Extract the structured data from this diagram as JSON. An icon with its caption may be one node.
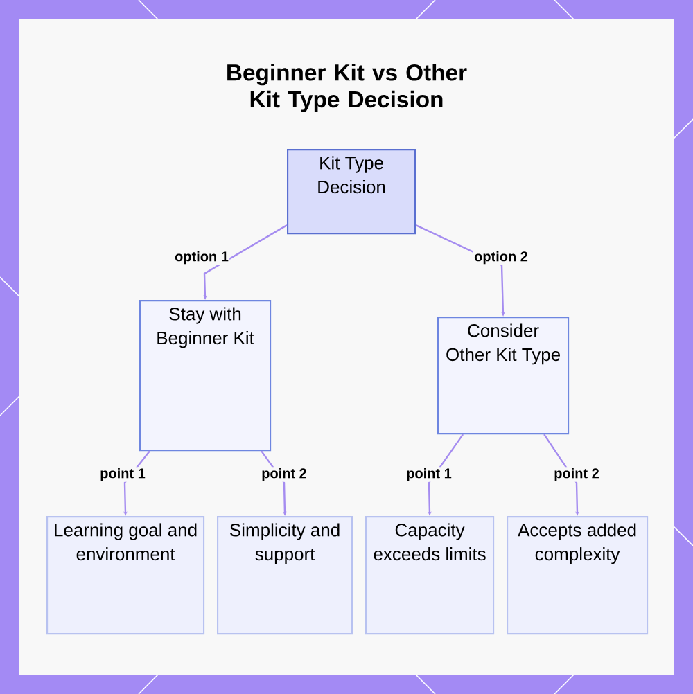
{
  "diagram": {
    "title": "Beginner Kit vs Other Kit Type Decision",
    "nodes": [
      {
        "text": [
          "Kit Type Decision"
        ]
      },
      {
        "text": [
          "Stay with Beginner Kit"
        ]
      },
      {
        "text": [
          "Consider Other Kit Type"
        ]
      },
      {
        "text": [
          "Learning goal and environment"
        ]
      },
      {
        "text": [
          "Simplicity and support"
        ]
      },
      {
        "text": [
          "Capacity exceeds limits"
        ]
      },
      {
        "text": [
          "Accepts added complexity"
        ]
      }
    ],
    "edges": [
      {
        "from": 0,
        "to": 1,
        "arrow": "to",
        "label": "option 1"
      },
      {
        "from": 0,
        "to": 2,
        "arrow": "to",
        "label": "option 2"
      },
      {
        "from": 1,
        "to": 3,
        "arrow": "to",
        "label": "point 1"
      },
      {
        "from": 1,
        "to": 4,
        "arrow": "to",
        "label": "point 2"
      },
      {
        "from": 2,
        "to": 5,
        "arrow": "to",
        "label": "point 1"
      },
      {
        "from": 2,
        "to": 6,
        "arrow": "to",
        "label": "point 2"
      }
    ]
  }
}
